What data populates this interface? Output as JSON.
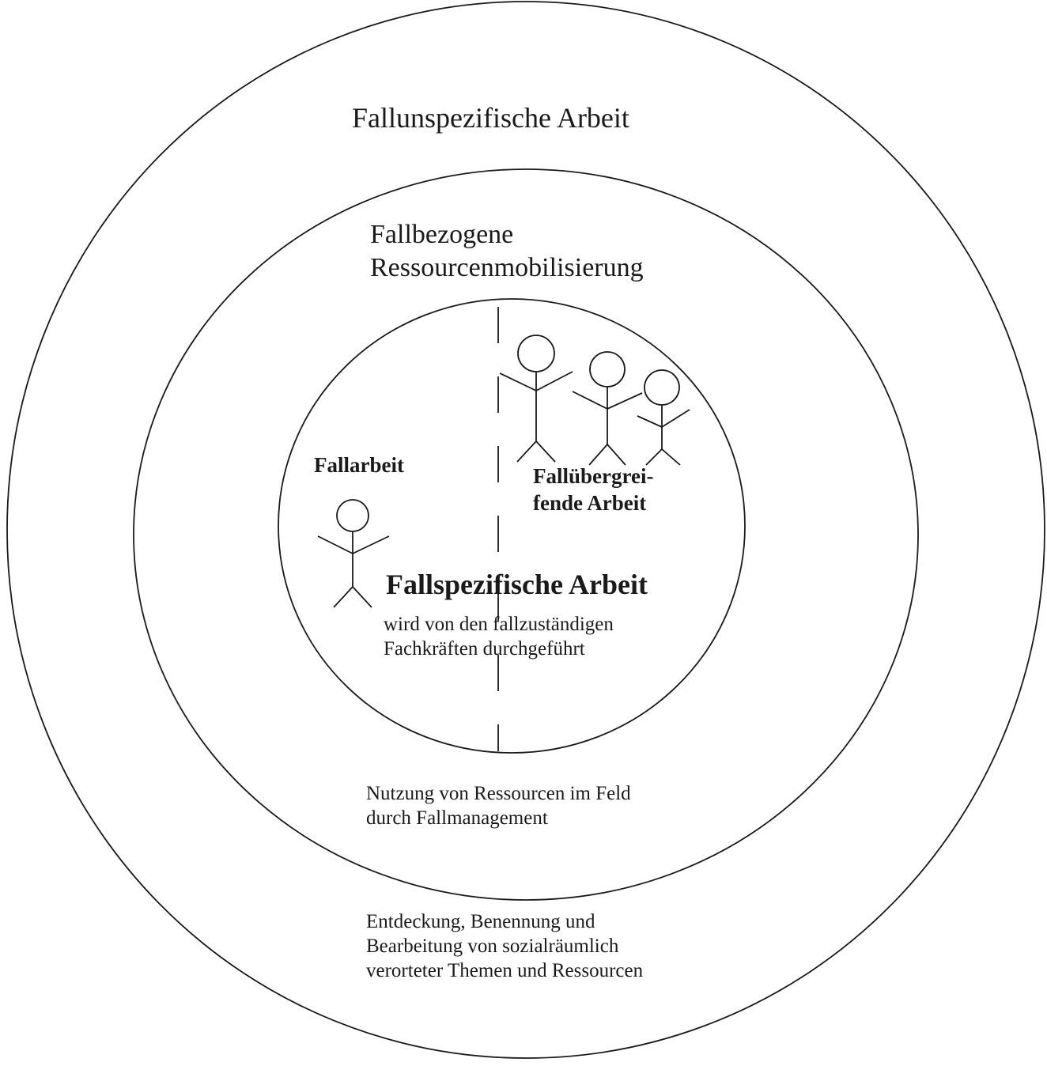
{
  "diagram": {
    "outer_ring": {
      "title": "Fallunspezifische Arbeit",
      "description": "Entdeckung, Benennung und\nBearbeitung von sozialräumlich\nverorteter Themen und Ressourcen"
    },
    "middle_ring": {
      "title": "Fallbezogene\nRessourcenmobilisierung",
      "description": "Nutzung von Ressourcen im Feld\ndurch Fallmanagement"
    },
    "inner_circle": {
      "title": "Fallspezifische Arbeit",
      "description": "wird von den fallzuständigen\nFachkräften durchgeführt",
      "left_label": "Fallarbeit",
      "right_label": "Fallübergrei-\nfende Arbeit"
    },
    "icons": [
      "person-icon",
      "group-of-persons-icon"
    ]
  }
}
